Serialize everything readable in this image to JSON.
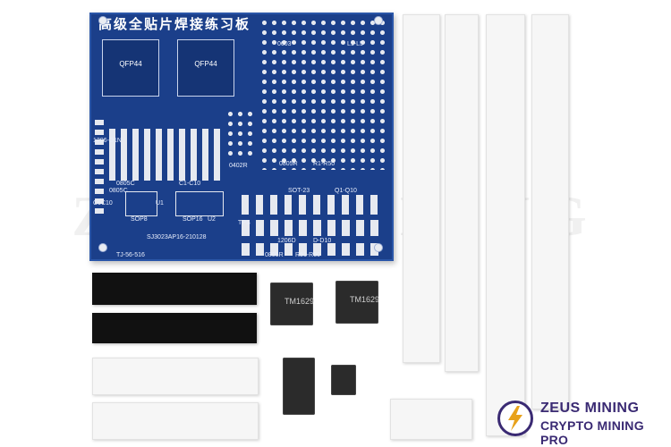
{
  "watermark": {
    "text": "ZEUS MINING"
  },
  "pcb": {
    "title": "高级全贴片焊接练习板",
    "qfp_left_label": "QFP44",
    "qfp_right_label": "QFP44",
    "label_0603": "0603",
    "label_l1l5": "L1-L5",
    "label_0402r": "0402R",
    "label_0805r": "0805R",
    "label_r1r50": "R1-R50",
    "label_0805c": "0805C",
    "label_c1c10": "C1-C10",
    "label_sot23": "SOT-23",
    "label_q1q10": "Q1-Q10",
    "label_sop8": "SOP8",
    "label_sop16": "SOP16",
    "label_u1": "U1",
    "label_u2": "U2",
    "label_1206d": "1206D",
    "label_d1d10": "D-D10",
    "label_0805r_b": "0805R",
    "label_r51r60": "R51-R60",
    "label_tps": "TPS",
    "label_serial": "SJ3023AP16-210128",
    "label_tj": "TJ-56-516",
    "label_c6c10": "C6C10",
    "label_tr": "1206-D1N",
    "label_c0805": "0805C"
  },
  "chips": {
    "ic1_text": "TM1629",
    "ic2_text": "TM1629"
  },
  "logo": {
    "line1": "ZEUS MINING",
    "line2": "CRYPTO MINING PRO",
    "icon": "lightning-bolt-icon",
    "color": "#3a2a73"
  },
  "colors": {
    "pcb": "#1b3f8a",
    "silk": "#ffffff",
    "tape": "#f6f6f6",
    "component": "#1a1a1a"
  }
}
